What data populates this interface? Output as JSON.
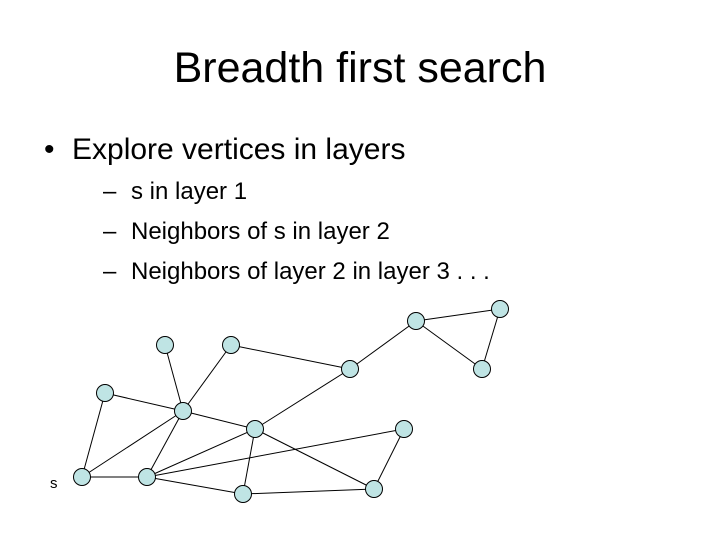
{
  "slide": {
    "title": "Breadth first search",
    "bullet": "Explore vertices in layers",
    "bullet_mark": "•",
    "sub_mark": "–",
    "subitems": [
      "s in layer 1",
      "Neighbors of s in layer 2",
      "Neighbors of layer 2 in layer 3 . . ."
    ]
  },
  "graph": {
    "node_fill": "#bfe4e4",
    "source_label": "s",
    "nodes": [
      "A",
      "B",
      "C",
      "D",
      "E",
      "F",
      "G",
      "H",
      "I",
      "J",
      "K",
      "L",
      "M",
      "N",
      "O"
    ],
    "source_node": "N",
    "edges": [
      [
        "A",
        "B"
      ],
      [
        "B",
        "C"
      ],
      [
        "B",
        "D"
      ],
      [
        "C",
        "D"
      ],
      [
        "E",
        "F"
      ],
      [
        "E",
        "H"
      ],
      [
        "F",
        "G"
      ],
      [
        "G",
        "H"
      ],
      [
        "I",
        "K"
      ],
      [
        "I",
        "L"
      ],
      [
        "J",
        "N"
      ],
      [
        "J",
        "O"
      ],
      [
        "K",
        "N"
      ],
      [
        "K",
        "L"
      ],
      [
        "L",
        "M"
      ],
      [
        "L",
        "O"
      ],
      [
        "M",
        "N"
      ],
      [
        "N",
        "O"
      ],
      [
        "O",
        "G"
      ],
      [
        "G",
        "L"
      ],
      [
        "G",
        "H"
      ]
    ]
  }
}
